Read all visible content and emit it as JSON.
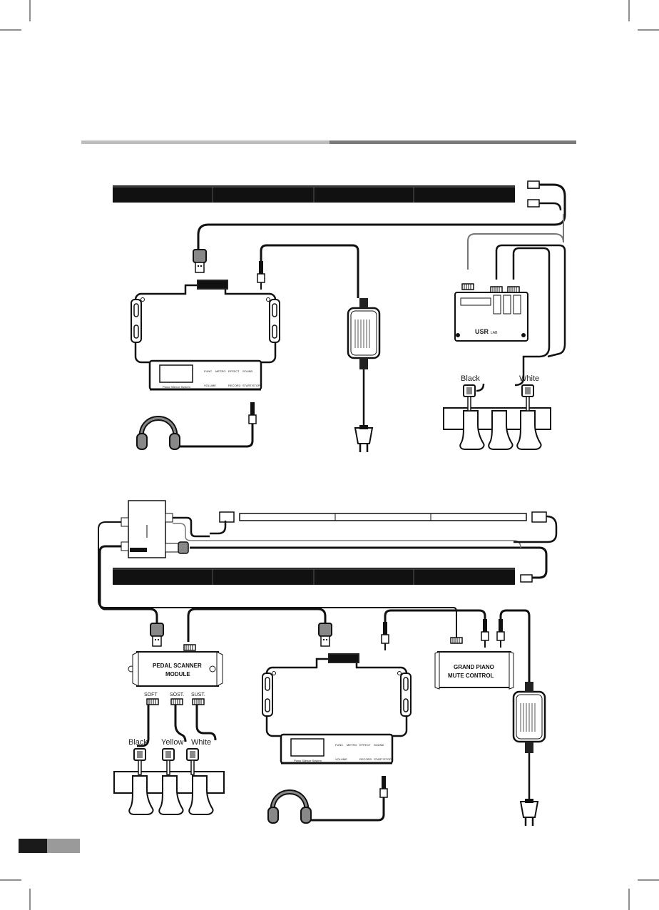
{
  "header": {
    "rule_color_left": "#bdbdbd",
    "rule_color_right": "#7a7a7a"
  },
  "diagram_upright": {
    "module_brand": "USR",
    "module_brand_suffix": "LAB",
    "pedals": {
      "left_label": "Black",
      "right_label": "White"
    }
  },
  "diagram_grand": {
    "scanner_module": {
      "line1": "PEDAL  SCANNER",
      "line2": "MODULE"
    },
    "scanner_ports": {
      "soft": "SOFT",
      "sost": "SOST.",
      "sust": "SUST."
    },
    "pedals": {
      "left_label": "Black",
      "middle_label": "Yellow",
      "right_label": "White"
    },
    "mute_control": {
      "line1": "GRAND PIANO",
      "line2": "MUTE CONTROL"
    }
  },
  "control_unit": {
    "buttons_top": [
      "FUNC",
      "METRO",
      "EFFECT",
      "SOUND"
    ],
    "buttons_bottom": [
      "VOLUME",
      "RECORD",
      "START/STOP"
    ],
    "caption": "Piano Silence System"
  },
  "footer": {
    "color_dark": "#1a1a1a",
    "color_light": "#9a9a9a"
  }
}
